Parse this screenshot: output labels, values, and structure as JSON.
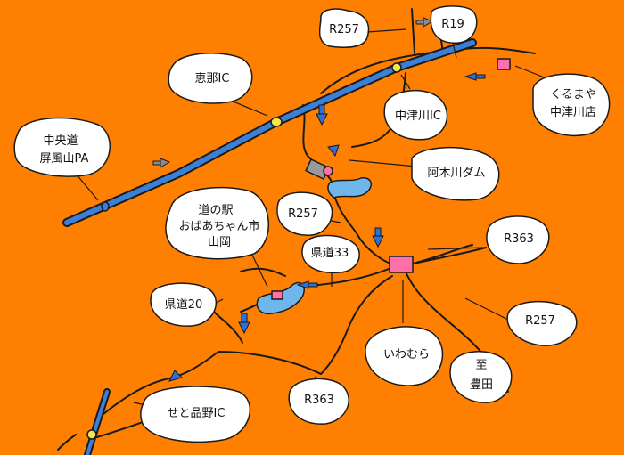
{
  "map": {
    "background": "#ff7f00",
    "highway_color": "#3b7fd6",
    "road_color": "#1a1a1a",
    "landmark_color": "#ff6fa8",
    "arrow_color": "#2f6fd8",
    "labels": {
      "r257_top": "R257",
      "r19": "R19",
      "ena_ic": "恵那IC",
      "nakatsugawa_ic": "中津川IC",
      "kurumaya_l1": "くるまや",
      "kurumaya_l2": "中津川店",
      "pa_l1": "中央道",
      "pa_l2": "屏風山PA",
      "agi_dam": "阿木川ダム",
      "station_l1": "道の駅",
      "station_l2": "おばあちゃん市",
      "station_l3": "山岡",
      "r257_mid": "R257",
      "kendo33": "県道33",
      "r363_right": "R363",
      "kendo20": "県道20",
      "iwamura": "いわむら",
      "r257_right": "R257",
      "to_toyota_l1": "至",
      "to_toyota_l2": "豊田",
      "r363_bottom": "R363",
      "seto_ic": "せと品野IC"
    }
  }
}
